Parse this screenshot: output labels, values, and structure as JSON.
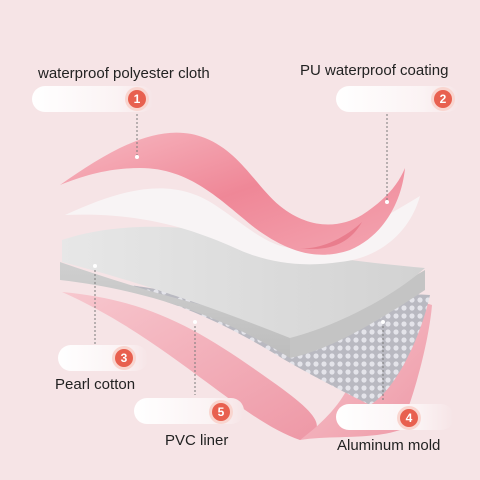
{
  "layers": [
    {
      "number": "1",
      "label": "waterproof polyester cloth"
    },
    {
      "number": "2",
      "label": "PU waterproof coating"
    },
    {
      "number": "3",
      "label": "Pearl cotton"
    },
    {
      "number": "4",
      "label": "Aluminum mold"
    },
    {
      "number": "5",
      "label": "PVC liner"
    }
  ],
  "colors": {
    "background": "#f6e4e6",
    "badge": "#e8604f",
    "pink_cloth": "#f08a98",
    "white_coating": "#f7f2f3",
    "foam": "#dcdcdc",
    "aluminum": "#c9c9cf",
    "liner": "#f3b3bd"
  }
}
